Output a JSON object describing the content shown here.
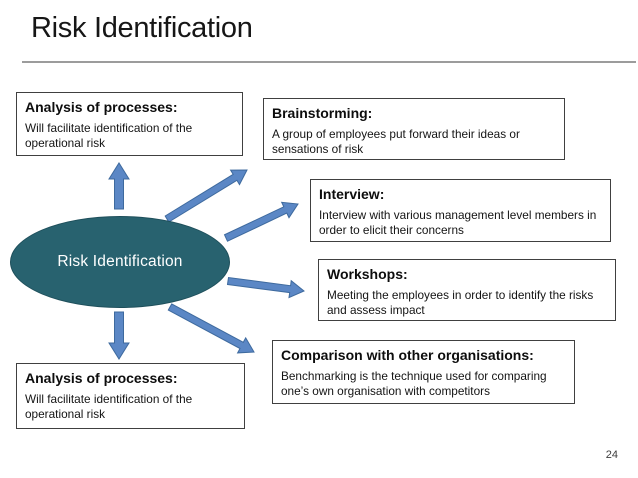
{
  "slide": {
    "title": "Risk Identification",
    "page_number": "24"
  },
  "center": {
    "label": "Risk Identification"
  },
  "boxes": [
    {
      "id": "analysis-top",
      "heading": "Analysis of processes:",
      "body": "Will facilitate identification of the operational risk"
    },
    {
      "id": "brainstorming",
      "heading": "Brainstorming:",
      "body": "A group of employees put forward their ideas or sensations of risk"
    },
    {
      "id": "interview",
      "heading": "Interview:",
      "body": "Interview with various management level members in order to elicit their concerns"
    },
    {
      "id": "workshops",
      "heading": "Workshops:",
      "body": "Meeting the employees in order to identify the risks and assess impact"
    },
    {
      "id": "comparison",
      "heading": "Comparison with other organisations:",
      "body": "Benchmarking is the technique used for comparing one’s own organisation with competitors"
    },
    {
      "id": "analysis-bottom",
      "heading": "Analysis of processes:",
      "body": "Will facilitate identification of the operational risk"
    }
  ],
  "arrows": [
    {
      "from": "risk-identification",
      "to": "analysis-top"
    },
    {
      "from": "risk-identification",
      "to": "brainstorming"
    },
    {
      "from": "risk-identification",
      "to": "interview"
    },
    {
      "from": "risk-identification",
      "to": "workshops"
    },
    {
      "from": "risk-identification",
      "to": "comparison"
    },
    {
      "from": "risk-identification",
      "to": "analysis-bottom"
    }
  ],
  "colors": {
    "ellipse_fill": "#28626F",
    "ellipse_text": "#FFFFFF",
    "arrow_fill": "#5B87C5",
    "arrow_stroke": "#3E6A9E",
    "box_border": "#404040",
    "title_color": "#161616"
  }
}
